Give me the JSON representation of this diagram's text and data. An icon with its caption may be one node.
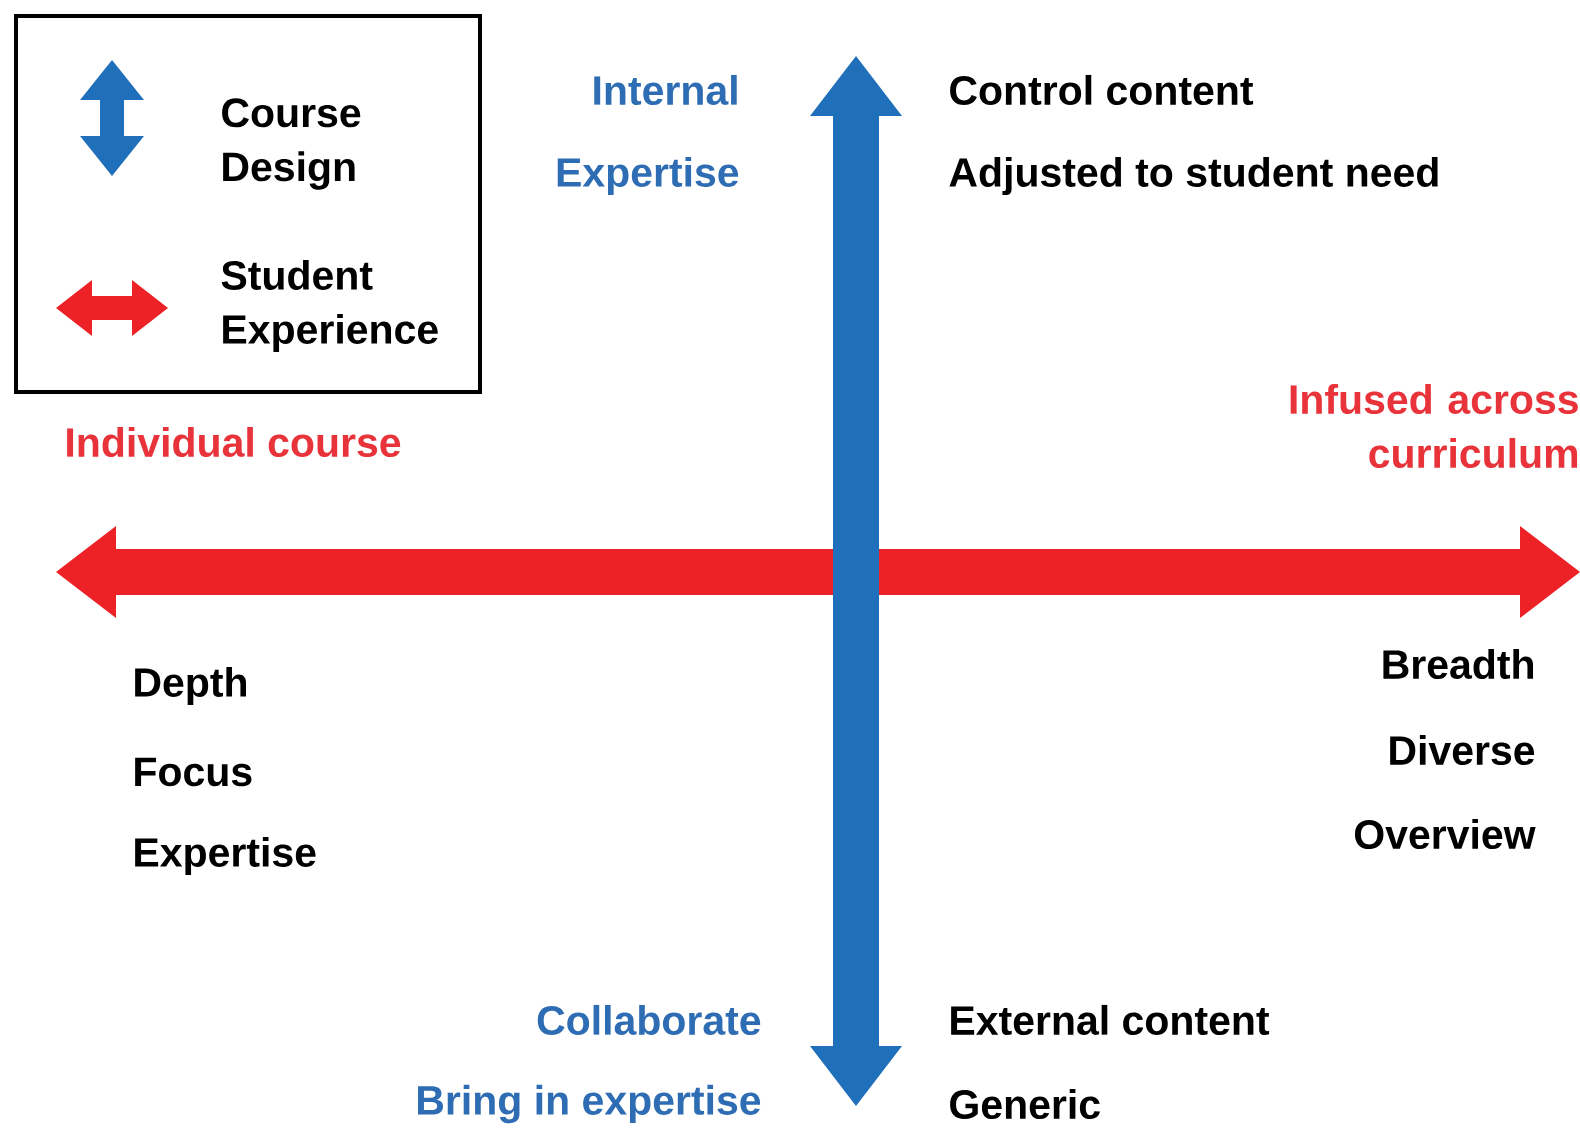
{
  "diagram": {
    "labels": [
      "Internal",
      "Expertise",
      "Control content",
      "Adjusted to student need",
      "Individual course",
      "Infused across curriculum",
      "Depth",
      "Focus",
      "Expertise",
      "Breadth",
      "Diverse",
      "Overview",
      "Collaborate",
      "Bring in expertise",
      "External content",
      "Generic"
    ],
    "legend": [
      {
        "text": "Course Design"
      },
      {
        "text": "Student Experience"
      }
    ]
  }
}
